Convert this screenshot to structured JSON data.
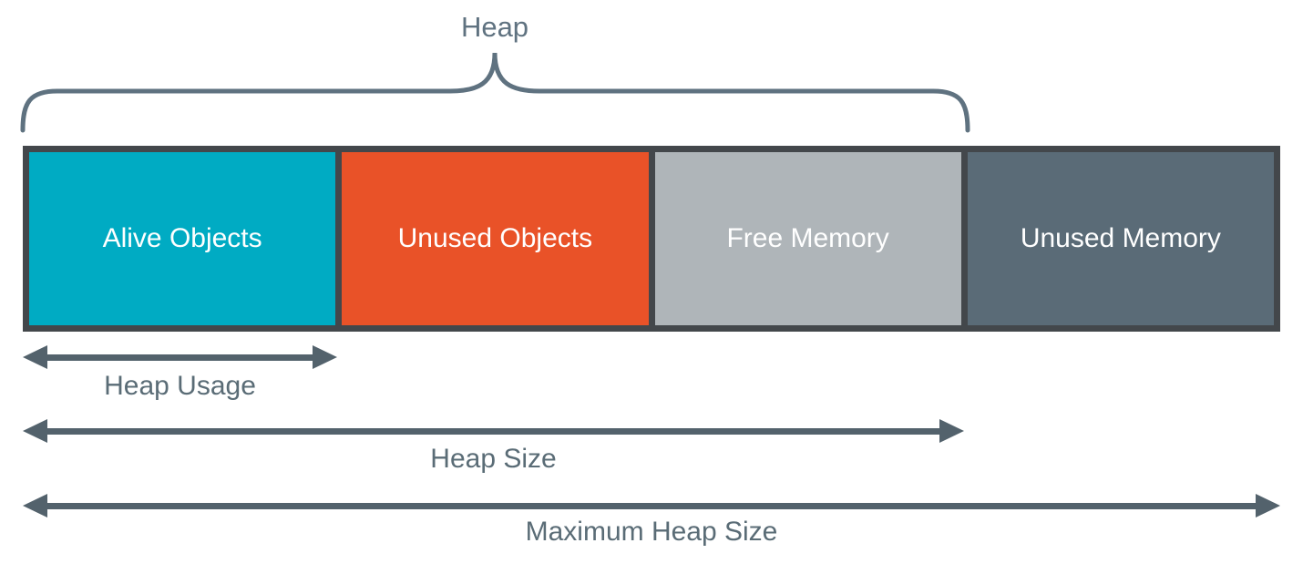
{
  "diagram": {
    "title": "Heap",
    "bar": {
      "segments": [
        {
          "label": "Alive Objects",
          "color": "#00abc3"
        },
        {
          "label": "Unused Objects",
          "color": "#e95228"
        },
        {
          "label": "Free Memory",
          "color": "#afb5b9"
        },
        {
          "label": "Unused Memory",
          "color": "#5a6b77"
        }
      ],
      "border_color": "#43474b",
      "label_color": "#ffffff"
    },
    "brace": {
      "label": "Heap",
      "covers": [
        "Alive Objects",
        "Unused Objects",
        "Free Memory"
      ],
      "color": "#5f7280"
    },
    "measures": [
      {
        "label": "Heap Usage",
        "spans": [
          "Alive Objects"
        ]
      },
      {
        "label": "Heap Size",
        "spans": [
          "Alive Objects",
          "Unused Objects",
          "Free Memory"
        ]
      },
      {
        "label": "Maximum Heap Size",
        "spans": [
          "Alive Objects",
          "Unused Objects",
          "Free Memory",
          "Unused Memory"
        ]
      }
    ],
    "arrow_color": "#53626c",
    "text_color": "#5a6c76"
  }
}
